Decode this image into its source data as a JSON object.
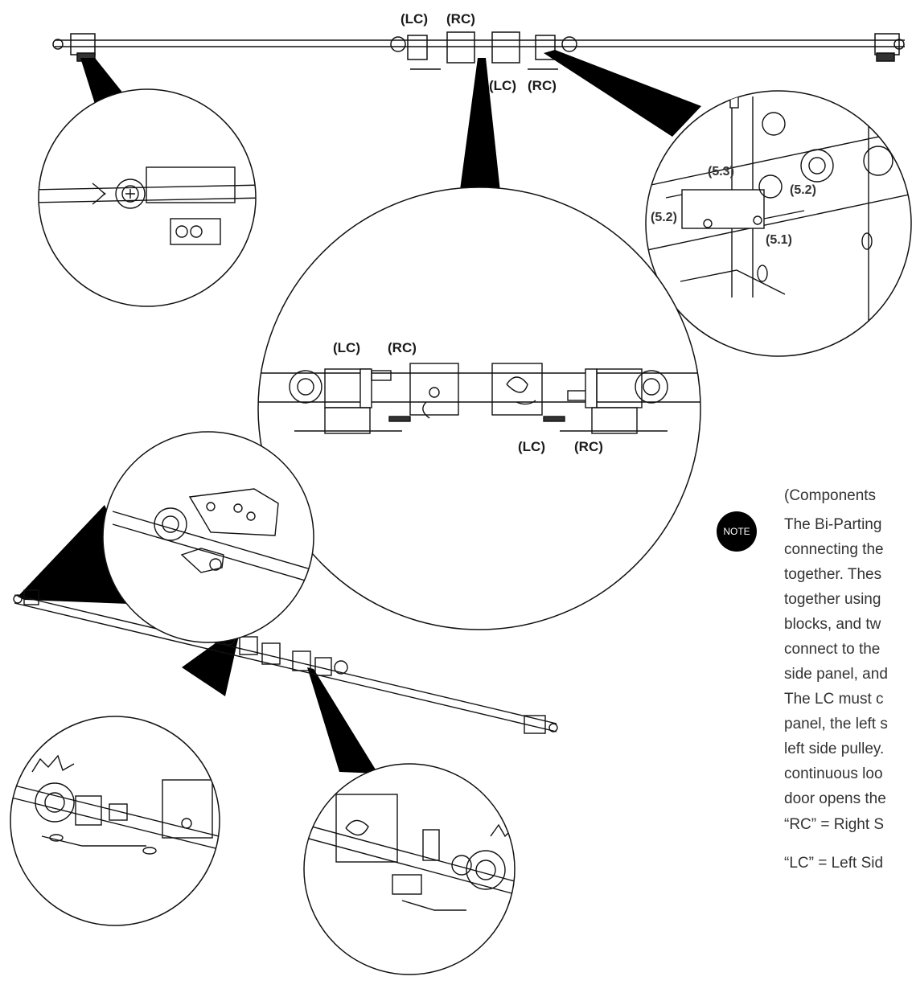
{
  "labels": {
    "top_lc": "(LC)",
    "top_rc": "(RC)",
    "top_lc2": "(LC)",
    "top_rc2": "(RC)",
    "mid_lc": "(LC)",
    "mid_rc": "(RC)",
    "mid_lc2": "(LC)",
    "mid_rc2": "(RC)",
    "p53": "(5.3)",
    "p52a": "(5.2)",
    "p52b": "(5.2)",
    "p51": "(5.1)"
  },
  "note": {
    "badge": "NOTE",
    "heading": "(Components",
    "lines": [
      "The Bi-Parting",
      "connecting the",
      "together. Thes",
      "together using",
      "blocks, and tw",
      "connect to the",
      "side panel, and",
      "The LC must c",
      "panel, the left s",
      "left side pulley.",
      "continuous loo",
      "door opens the"
    ],
    "legend_rc": "“RC” = Right S",
    "legend_lc": "“LC” = Left Sid"
  }
}
